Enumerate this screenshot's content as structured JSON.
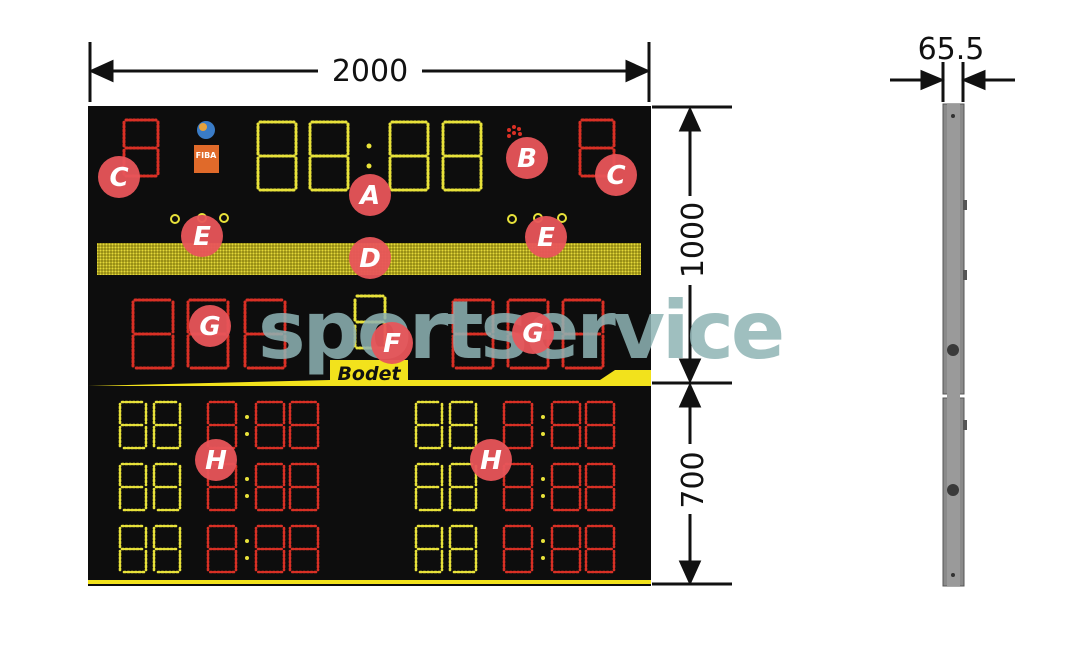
{
  "dimensions": {
    "width": "2000",
    "height_top": "1000",
    "height_bottom": "700",
    "depth": "65.5"
  },
  "branding": {
    "logo_text": "Bodet",
    "fiba_text": "FIBA",
    "watermark": "sportservice"
  },
  "markers": {
    "A": "A",
    "B": "B",
    "C": "C",
    "D": "D",
    "E": "E",
    "F": "F",
    "G": "G",
    "H": "H"
  },
  "colors": {
    "board": "#0d0d0d",
    "yellow": "#e8e23a",
    "red": "#d93025",
    "marker": "#e8555a",
    "divider": "#f2e21c"
  },
  "digits": {
    "clock": "88:88",
    "period_segment": "8",
    "score_left": "888",
    "score_right": "888",
    "player_number": "88",
    "player_time": "8:88"
  }
}
